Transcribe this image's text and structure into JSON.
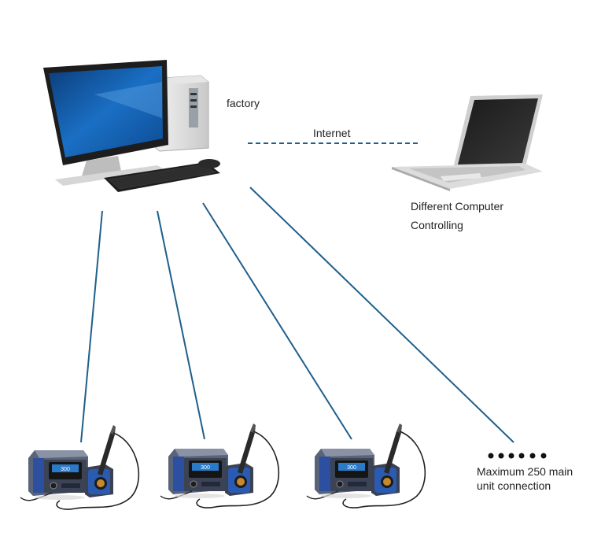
{
  "labels": {
    "factory": "factory",
    "internet": "Internet",
    "remote_line1": "Different Computer",
    "remote_line2": "Controlling",
    "max_line1": "Maximum 250 main",
    "max_line2": "unit connection"
  },
  "station_display": "300",
  "colors": {
    "connection_line": "#1f5f8b",
    "internet_line": "#1f5f8b",
    "accent_blue": "#1f4fa0"
  },
  "icons": [
    "desktop-computer-icon",
    "laptop-icon",
    "soldering-station-icon",
    "ellipsis-dots-icon"
  ]
}
